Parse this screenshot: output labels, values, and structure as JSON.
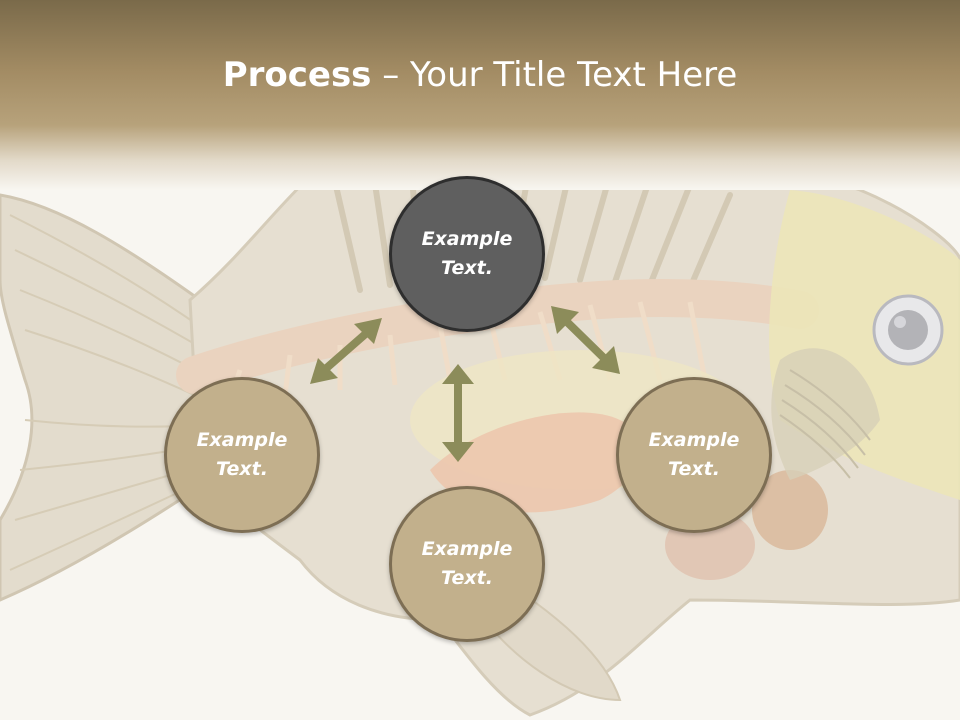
{
  "slide": {
    "title_strong": "Process",
    "title_rest": " – Your Title Text Here"
  },
  "nodes": [
    {
      "text": "Example Text.",
      "style": "dark"
    },
    {
      "text": "Example Text.",
      "style": "light"
    },
    {
      "text": "Example Text.",
      "style": "light"
    },
    {
      "text": "Example Text.",
      "style": "light"
    }
  ],
  "colors": {
    "dark_fill": "#5f5f5f",
    "light_fill": "#c2b08c",
    "border": "#7d6e54",
    "arrow": "#8c8c5a"
  }
}
